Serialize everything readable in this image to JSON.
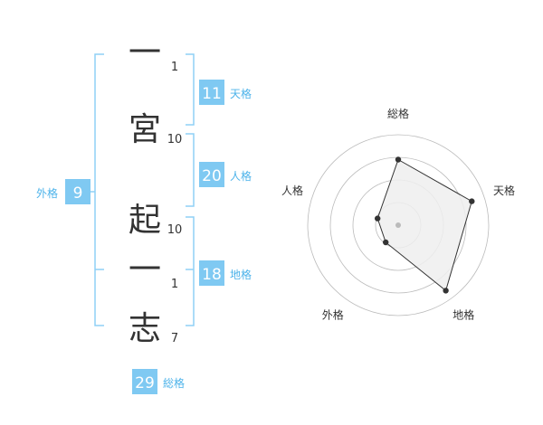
{
  "name": {
    "characters": [
      {
        "char": "一",
        "strokes": "1"
      },
      {
        "char": "宮",
        "strokes": "10"
      },
      {
        "char": "起",
        "strokes": "10"
      },
      {
        "char": "一",
        "strokes": "1"
      },
      {
        "char": "志",
        "strokes": "7"
      }
    ]
  },
  "fortunes": {
    "tenkaku": {
      "value": "11",
      "label": "天格"
    },
    "jinkaku": {
      "value": "20",
      "label": "人格"
    },
    "chikaku": {
      "value": "18",
      "label": "地格"
    },
    "gaikaku": {
      "value": "9",
      "label": "外格"
    },
    "soukaku": {
      "value": "29",
      "label": "総格"
    }
  },
  "radar": {
    "axes": [
      "総格",
      "天格",
      "地格",
      "外格",
      "人格"
    ],
    "ring_count": 4,
    "levels": [
      0.725,
      0.855,
      0.895,
      0.235,
      0.24
    ],
    "colors": {
      "fill": "#efefef",
      "line": "#333333",
      "grid": "#bbbbbb",
      "center": "#bbbbbb"
    }
  },
  "colors": {
    "accent": "#7fc9f2",
    "bracket": "#8fd0f5",
    "text": "#333333",
    "label": "#4db3ea"
  }
}
